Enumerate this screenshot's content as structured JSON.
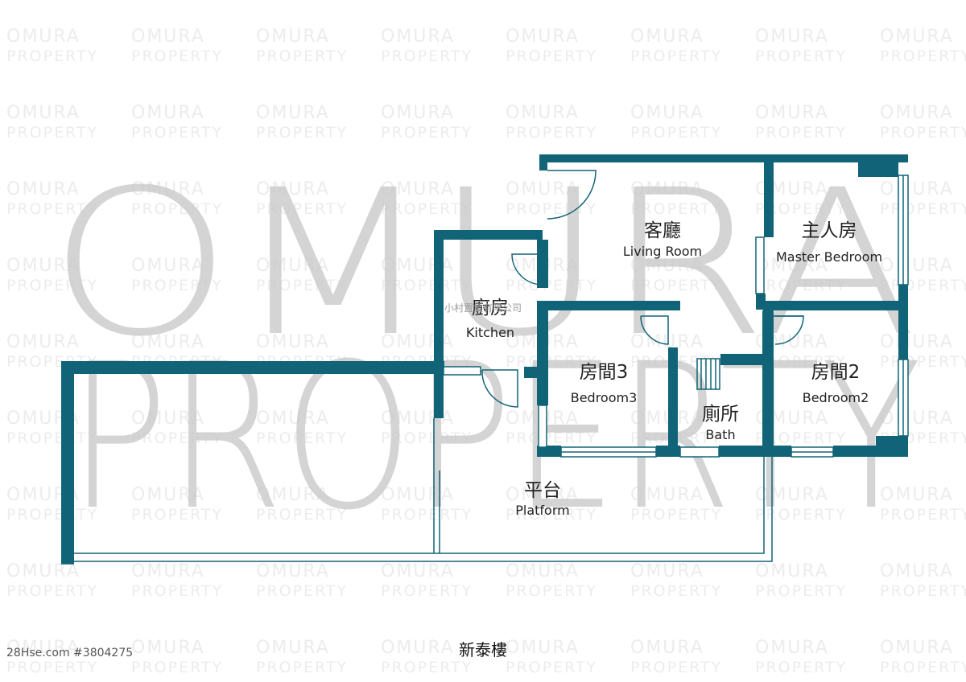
{
  "watermark": {
    "line1": "OMURA",
    "line2": "PROPERTY",
    "agency_text": "小村置業有限公司"
  },
  "rooms": {
    "living": {
      "zh": "客廳",
      "en": "Living Room"
    },
    "master": {
      "zh": "主人房",
      "en": "Master Bedroom"
    },
    "kitchen": {
      "zh": "廚房",
      "en": "Kitchen"
    },
    "bedroom3": {
      "zh": "房間3",
      "en": "Bedroom3"
    },
    "bath": {
      "zh": "廁所",
      "en": "Bath"
    },
    "bedroom2": {
      "zh": "房間2",
      "en": "Bedroom2"
    },
    "platform": {
      "zh": "平台",
      "en": "Platform"
    }
  },
  "building_name": "新泰樓",
  "listing_id": "28Hse.com #3804275",
  "colors": {
    "wall": "#116477",
    "watermark": "#c8c8c8"
  }
}
